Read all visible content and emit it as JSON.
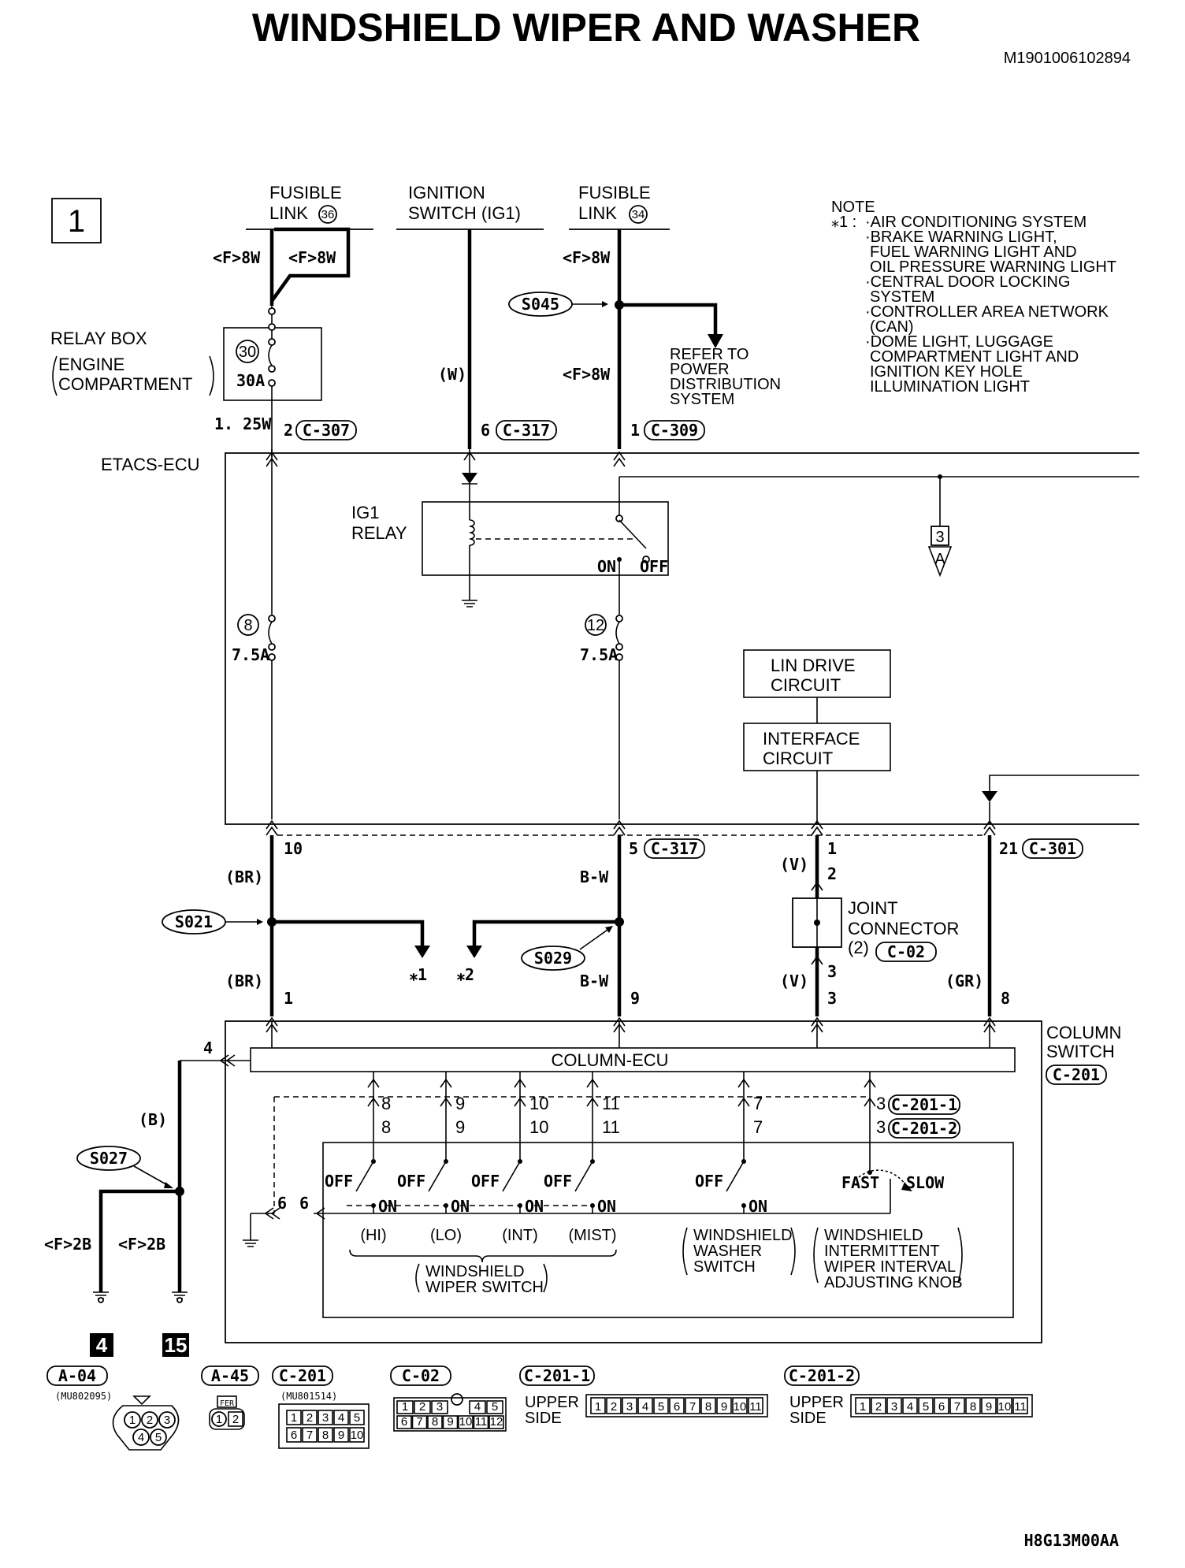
{
  "title": "WINDSHIELD WIPER AND WASHER",
  "doc_id": "M1901006102894",
  "footer_code": "H8G13M00AA",
  "page_marker": "1",
  "sources": {
    "fusible_link_36": {
      "line1": "FUSIBLE",
      "line2": "LINK",
      "num": "36"
    },
    "ignition_switch": {
      "line1": "IGNITION",
      "line2": "SWITCH (IG1)"
    },
    "fusible_link_34": {
      "line1": "FUSIBLE",
      "line2": "LINK",
      "num": "34"
    }
  },
  "note": {
    "heading": "NOTE",
    "marker": "⁎1 :",
    "lines": [
      "·AIR CONDITIONING SYSTEM",
      "·BRAKE WARNING LIGHT,",
      "FUEL WARNING LIGHT AND",
      "OIL PRESSURE WARNING LIGHT",
      "·CENTRAL DOOR LOCKING",
      "SYSTEM",
      "·CONTROLLER AREA NETWORK",
      "(CAN)",
      "·DOME LIGHT, LUGGAGE",
      "COMPARTMENT LIGHT AND",
      "IGNITION KEY HOLE",
      "ILLUMINATION LIGHT"
    ]
  },
  "wire_labels": {
    "f8w_a": "<F>8W",
    "f8w_b": "<F>8W",
    "f8w_c": "<F>8W",
    "f8w_d": "<F>8W",
    "w_ig": "(W)",
    "w_125": "1. 25W",
    "br_top": "(BR)",
    "br_bot": "(BR)",
    "bw_top": "B-W",
    "bw_bot": "B-W",
    "v_top": "(V)",
    "v_bot": "(V)",
    "gr": "(GR)",
    "b": "(B)",
    "f2b_a": "<F>2B",
    "f2b_b": "<F>2B"
  },
  "relay_box": {
    "line1": "RELAY BOX",
    "line2": "ENGINE",
    "line3": "COMPARTMENT",
    "fuse_num": "30",
    "fuse_rating": "30A"
  },
  "connectors_top": {
    "c307": {
      "pin": "2",
      "label": "C-307"
    },
    "c317": {
      "pin": "6",
      "label": "C-317"
    },
    "c309": {
      "pin": "1",
      "label": "C-309"
    }
  },
  "splices": {
    "s045": "S045",
    "s021": "S021",
    "s029": "S029",
    "s027": "S027"
  },
  "refer_to": [
    "REFER TO",
    "POWER",
    "DISTRIBUTION",
    "SYSTEM"
  ],
  "etacs": {
    "label": "ETACS-ECU",
    "ig1_relay": [
      "IG1",
      "RELAY"
    ],
    "relay_on": "ON",
    "relay_off": "OFF",
    "fuse8_num": "8",
    "fuse8_rating": "7.5A",
    "fuse12_num": "12",
    "fuse12_rating": "7.5A",
    "lin_drive": [
      "LIN DRIVE",
      "CIRCUIT"
    ],
    "interface": [
      "INTERFACE",
      "CIRCUIT"
    ],
    "ref_page": "3",
    "ref_letter": "A"
  },
  "mid_connectors": {
    "p10": "10",
    "c317b": {
      "pin": "5",
      "label": "C-317"
    },
    "p1": "1",
    "p2": "2",
    "c301": {
      "pin": "21",
      "label": "C-301"
    }
  },
  "joint_connector": {
    "line1": "JOINT",
    "line2": "CONNECTOR",
    "sub": "(2)",
    "label": "C-02"
  },
  "star_refs": {
    "s1": "⁎1",
    "s2": "⁎2"
  },
  "lower_pins": {
    "p1": "1",
    "p9": "9",
    "p3a": "3",
    "p3b": "3",
    "p8": "8"
  },
  "column_switch": {
    "line1": "COLUMN",
    "line2": "SWITCH",
    "label": "C-201",
    "ecu": "COLUMN-ECU",
    "pin4": "4",
    "pin6a": "6",
    "pin6b": "6",
    "pins_top": [
      "8",
      "9",
      "10",
      "11",
      "7",
      "3"
    ],
    "pins_bot": [
      "8",
      "9",
      "10",
      "11",
      "7",
      "3"
    ],
    "c201_1": "C-201-1",
    "c201_2": "C-201-2",
    "off": "OFF",
    "on": "ON",
    "fast": "FAST",
    "slow": "SLOW",
    "positions": [
      "(HI)",
      "(LO)",
      "(INT)",
      "(MIST)"
    ],
    "wiper_switch": [
      "WINDSHIELD",
      "WIPER SWITCH"
    ],
    "washer_switch": [
      "WINDSHIELD",
      "WASHER",
      "SWITCH"
    ],
    "knob": [
      "WINDSHIELD",
      "INTERMITTENT",
      "WIPER INTERVAL",
      "ADJUSTING KNOB"
    ]
  },
  "grounds": {
    "g4": "4",
    "g15": "15"
  },
  "connector_views": {
    "a04": {
      "label": "A-04",
      "part": "(MU802095)",
      "pins": [
        "1",
        "2",
        "3",
        "4",
        "5"
      ]
    },
    "a45": {
      "label": "A-45",
      "tag": "FER",
      "pins": [
        "1",
        "2"
      ]
    },
    "c201": {
      "label": "C-201",
      "part": "(MU801514)",
      "pins": [
        "1",
        "2",
        "3",
        "4",
        "5",
        "6",
        "7",
        "8",
        "9",
        "10"
      ]
    },
    "c02": {
      "label": "C-02",
      "pins": [
        "1",
        "2",
        "3",
        "4",
        "5",
        "6",
        "7",
        "8",
        "9",
        "10",
        "11",
        "12"
      ]
    },
    "c201_1": {
      "label": "C-201-1",
      "side": [
        "UPPER",
        "SIDE"
      ],
      "pins": [
        "1",
        "2",
        "3",
        "4",
        "5",
        "6",
        "7",
        "8",
        "9",
        "10",
        "11"
      ]
    },
    "c201_2": {
      "label": "C-201-2",
      "side": [
        "UPPER",
        "SIDE"
      ],
      "pins": [
        "1",
        "2",
        "3",
        "4",
        "5",
        "6",
        "7",
        "8",
        "9",
        "10",
        "11"
      ]
    }
  }
}
